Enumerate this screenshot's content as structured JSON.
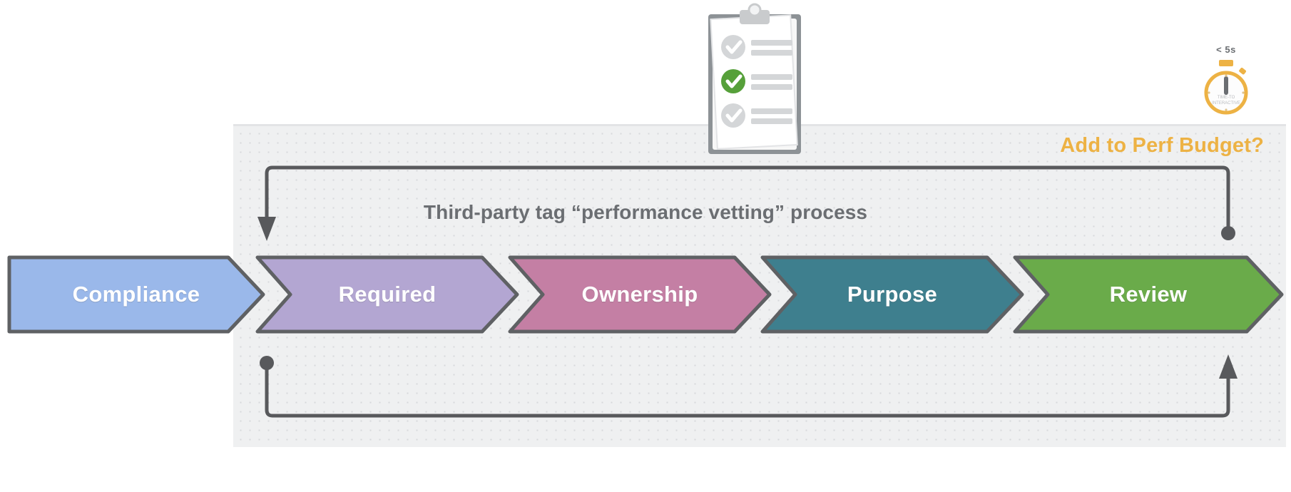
{
  "panel": {
    "title": "Add to Perf Budget?",
    "title_color": "#edb244",
    "caption": "Third-party tag “performance vetting” process",
    "caption_color": "#6b6e72",
    "background": "#eff0f1"
  },
  "process": {
    "stroke": "#5f6164",
    "steps": [
      {
        "label": "Compliance",
        "color": "#9ab8ea",
        "order": 1
      },
      {
        "label": "Required",
        "color": "#b3a6d2",
        "order": 2
      },
      {
        "label": "Ownership",
        "color": "#c47fa4",
        "order": 3
      },
      {
        "label": "Purpose",
        "color": "#3e7f8e",
        "order": 4
      },
      {
        "label": "Review",
        "color": "#6aab4a",
        "order": 5
      }
    ]
  },
  "loops": {
    "color": "#58595c",
    "top": {
      "start": "dot-right",
      "end": "arrow-down-left"
    },
    "bottom": {
      "start": "dot-left",
      "end": "arrow-up-right"
    }
  },
  "clipboard": {
    "icon": "clipboard-checklist-icon",
    "rows": [
      {
        "state": "unchecked",
        "check_color": "#c9cbcd"
      },
      {
        "state": "checked",
        "check_color": "#56a03a"
      },
      {
        "state": "unchecked",
        "check_color": "#c9cbcd"
      }
    ]
  },
  "stopwatch": {
    "icon": "stopwatch-icon",
    "value": "< 5s",
    "dial_label_line1": "TIME-TO",
    "dial_label_line2": "INTERACTIVE",
    "color": "#edb244"
  }
}
